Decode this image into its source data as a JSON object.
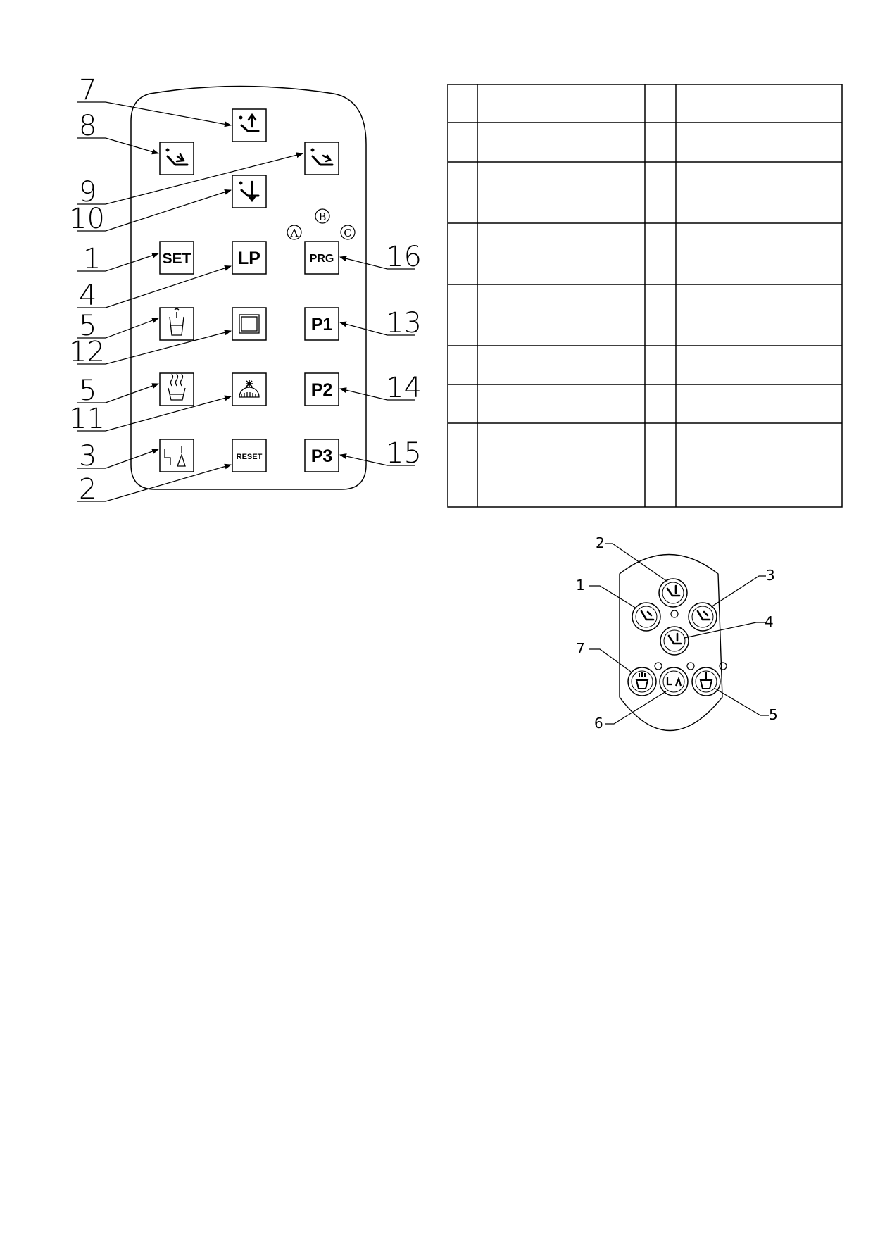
{
  "panel_a": {
    "buttons": {
      "set": "SET",
      "lp": "LP",
      "prg": "PRG",
      "p1": "P1",
      "p2": "P2",
      "p3": "P3",
      "reset": "RESET"
    },
    "mode_marks": [
      "A",
      "B",
      "C"
    ],
    "callouts": {
      "left": [
        "7",
        "8",
        "9",
        "10",
        "1",
        "4",
        "5",
        "12",
        "5",
        "11",
        "3",
        "2"
      ],
      "right": [
        "16",
        "13",
        "14",
        "15"
      ]
    },
    "icons": {
      "chair_up": "chair-up-icon",
      "chair_back_up": "chair-back-up-icon",
      "chair_back_down": "chair-back-down-icon",
      "chair_down": "chair-down-icon",
      "cup_fill": "cup-fill-icon",
      "lamp": "lamp-icon",
      "cup_heat": "cup-heat-icon",
      "operating_light": "operating-light-icon",
      "bowl_flush": "bowl-flush-icon"
    }
  },
  "legend_table": {
    "rows": 8,
    "cols": 4
  },
  "panel_b": {
    "callouts": [
      "1",
      "2",
      "3",
      "4",
      "5",
      "6",
      "7"
    ],
    "icons": {
      "b1": "chair-back-icon",
      "b2": "chair-up-icon",
      "b3": "chair-back-icon",
      "b4": "chair-down-icon",
      "b5": "cup-fill-icon",
      "b6": "bowl-flush-icon",
      "b7": "cup-heat-icon"
    }
  }
}
